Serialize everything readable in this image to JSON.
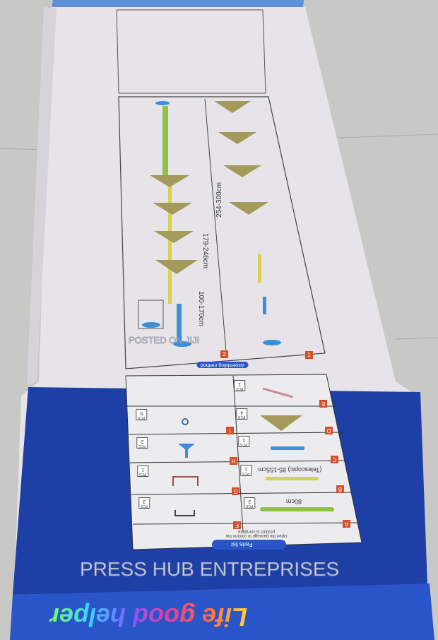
{
  "box": {
    "brand_text": "Life good helper",
    "colors": {
      "box_panel": "#e6e4e8",
      "box_blue": "#1d3fa6",
      "bottom_strip": "#2a55c8",
      "floor": "#c8c8c6",
      "part_code": "#d4502a"
    }
  },
  "assembly": {
    "title": "Assembling method",
    "steps": [
      "1",
      "2"
    ],
    "dimensions": [
      "254-300cm",
      "179-246cm",
      "100-170cm"
    ],
    "part_labels": [
      "A",
      "G",
      "F",
      "I",
      "E",
      "B",
      "C",
      "H"
    ]
  },
  "parts_list": {
    "title": "Parts list",
    "note": "Open the package to confirm the product is complete",
    "parts": [
      {
        "code": "A",
        "desc": "80cm",
        "pcs": "2"
      },
      {
        "code": "B",
        "desc": "(Telescopic) 85-155cm",
        "pcs": "1"
      },
      {
        "code": "C",
        "desc": "",
        "pcs": "1"
      },
      {
        "code": "D",
        "desc": "",
        "pcs": "4"
      },
      {
        "code": "E",
        "desc": "",
        "pcs": "1"
      },
      {
        "code": "F",
        "desc": "",
        "pcs": "3"
      },
      {
        "code": "G",
        "desc": "",
        "pcs": "1"
      },
      {
        "code": "H",
        "desc": "",
        "pcs": "2"
      },
      {
        "code": "I",
        "desc": "",
        "pcs": "5"
      }
    ],
    "pcs_label": "PCS"
  },
  "watermarks": {
    "posted": "POSTED ON JIJI",
    "seller": "PRESS HUB ENTREPRISES"
  }
}
